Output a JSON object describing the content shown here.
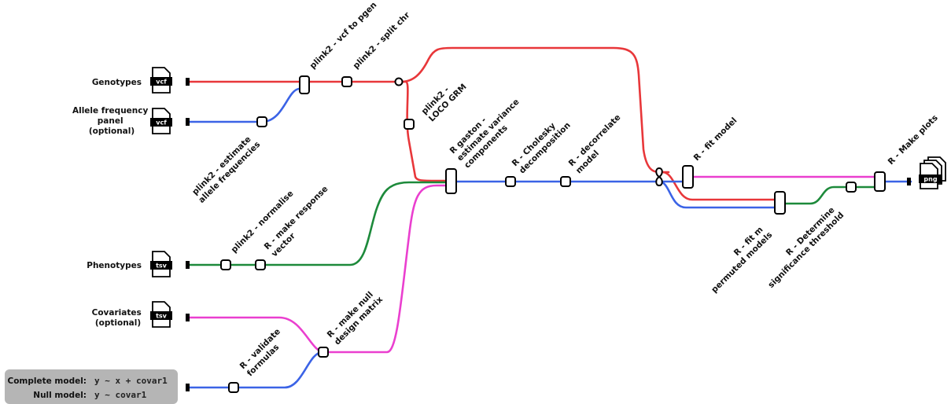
{
  "colors": {
    "genotypes": "#e8373a",
    "allele": "#3b63e6",
    "phenotypes": "#1d8a3b",
    "covariates": "#ea3fcf",
    "node_stroke": "#000000",
    "legend_bg": "#b5b5b5"
  },
  "inputs": {
    "genotypes": {
      "label": [
        "Genotypes"
      ],
      "file_type": "vcf",
      "icon": "file-icon"
    },
    "allele_frequency": {
      "label": [
        "Allele frequency",
        "panel",
        "(optional)"
      ],
      "file_type": "vcf",
      "icon": "file-icon"
    },
    "phenotypes": {
      "label": [
        "Phenotypes"
      ],
      "file_type": "tsv",
      "icon": "file-icon"
    },
    "covariates": {
      "label": [
        "Covariates",
        "(optional)"
      ],
      "file_type": "tsv",
      "icon": "file-icon"
    }
  },
  "output": {
    "file_type": "png",
    "icon": "stacked-files-icon"
  },
  "steps": {
    "vcf_to_pgen": [
      "plink2 - vcf to pgen"
    ],
    "split_chr": [
      "plink2 - split chr"
    ],
    "estimate_allele_freq": [
      "plink2 - estimate",
      "allele frequencies"
    ],
    "loco_grm": [
      "plink2 -",
      "LOCO GRM"
    ],
    "gaston": [
      "R gaston -",
      "estimate variance",
      "components"
    ],
    "cholesky": [
      "R - Cholesky",
      "decomposition"
    ],
    "decorrelate": [
      "R - decorrelate",
      "model"
    ],
    "fit_model": [
      "R - fit model"
    ],
    "make_plots": [
      "R - Make plots"
    ],
    "fit_permuted": [
      "R - fit m",
      "permuted models"
    ],
    "significance": [
      "R - Determine",
      "significance threshold"
    ],
    "normalise": [
      "plink2 - normalise"
    ],
    "response_vector": [
      "R - make response",
      "vector"
    ],
    "validate_formulas": [
      "R - validate",
      "formulas"
    ],
    "null_design": [
      "R - make null",
      "design matrix"
    ]
  },
  "legend": {
    "complete_label": "Complete model:",
    "complete_formula": "y ~ x + covar1",
    "null_label": "Null model:",
    "null_formula": "y ~ covar1"
  }
}
